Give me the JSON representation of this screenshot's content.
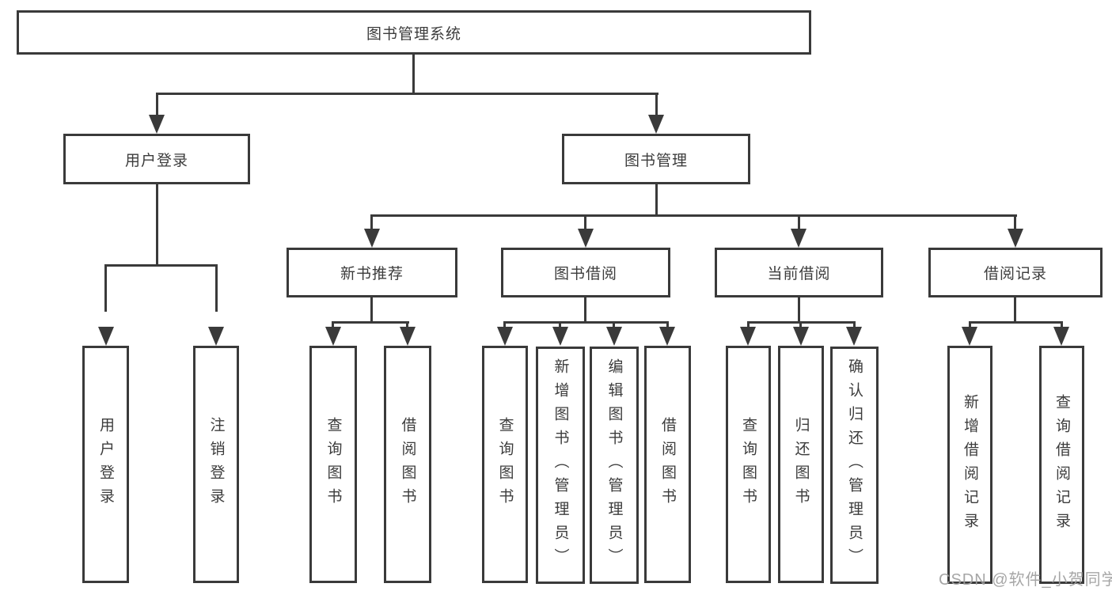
{
  "diagram_title": "图书管理系统",
  "watermark": "CSDN @软件_小贺同学",
  "colors": {
    "line": "#3a3a3a",
    "box_border": "#3a3a3a",
    "text": "#3c3c3c",
    "watermark": "#9e9e9e",
    "background": "#ffffff"
  },
  "nodes": {
    "root": {
      "label": "图书管理系统"
    },
    "user_login": {
      "label": "用户登录"
    },
    "book_mgmt": {
      "label": "图书管理"
    },
    "new_book_rec": {
      "label": "新书推荐"
    },
    "book_borrow": {
      "label": "图书借阅"
    },
    "current_borrow": {
      "label": "当前借阅"
    },
    "borrow_records": {
      "label": "借阅记录"
    },
    "ul_user_login": {
      "label": "用户登录"
    },
    "ul_logout": {
      "label": "注销登录"
    },
    "nr_query_book": {
      "label": "查询图书"
    },
    "nr_borrow_book": {
      "label": "借阅图书"
    },
    "bb_query_book": {
      "label": "查询图书"
    },
    "bb_add_book": {
      "label": "新增图书（管理员）"
    },
    "bb_edit_book": {
      "label": "编辑图书（管理员）"
    },
    "bb_borrow_book": {
      "label": "借阅图书"
    },
    "cb_query_book": {
      "label": "查询图书"
    },
    "cb_return_book": {
      "label": "归还图书"
    },
    "cb_confirm_return": {
      "label": "确认归还（管理员）"
    },
    "br_add_record": {
      "label": "新增借阅记录"
    },
    "br_query_record": {
      "label": "查询借阅记录"
    }
  },
  "hierarchy": {
    "图书管理系统": {
      "用户登录": [
        "用户登录",
        "注销登录"
      ],
      "图书管理": {
        "新书推荐": [
          "查询图书",
          "借阅图书"
        ],
        "图书借阅": [
          "查询图书",
          "新增图书（管理员）",
          "编辑图书（管理员）",
          "借阅图书"
        ],
        "当前借阅": [
          "查询图书",
          "归还图书",
          "确认归还（管理员）"
        ],
        "借阅记录": [
          "新增借阅记录",
          "查询借阅记录"
        ]
      }
    }
  }
}
